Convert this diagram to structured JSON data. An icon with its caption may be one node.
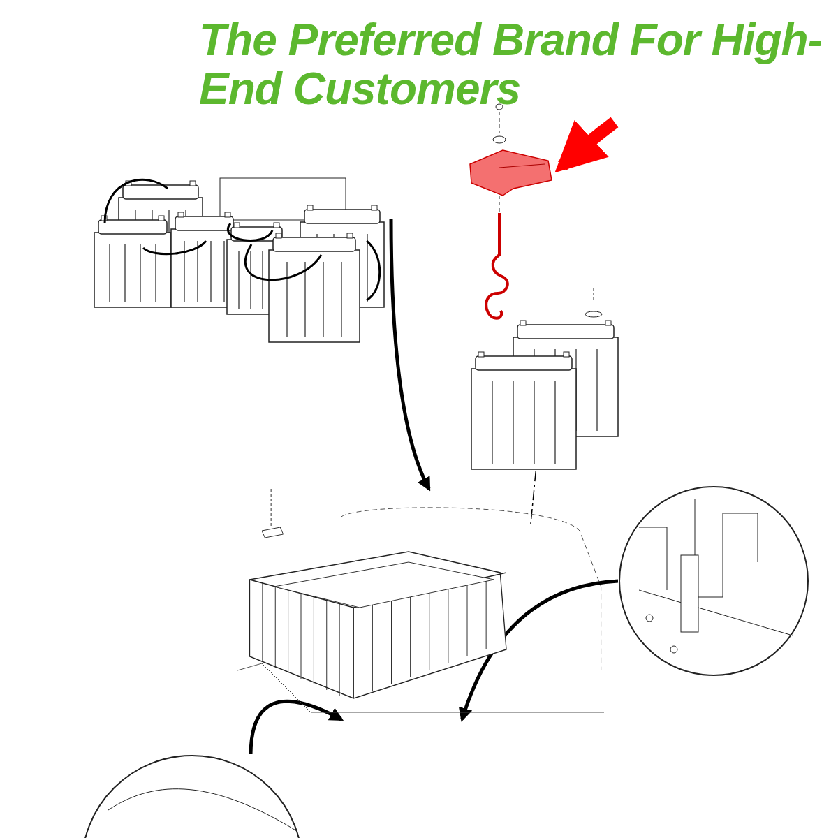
{
  "diagram": {
    "title": "The Preferred Brand For High-End Customers",
    "nodes": [
      {
        "text": [],
        "shape": "picture"
      },
      {
        "text": [],
        "shape": "picture"
      },
      {
        "text": [],
        "shape": "picture"
      },
      {
        "text": [],
        "shape": "picture"
      },
      {
        "text": [],
        "shape": "picture"
      },
      {
        "text": [],
        "shape": "picture"
      }
    ],
    "edges": [
      {
        "from": 0,
        "to": 3,
        "arrow": "to"
      },
      {
        "from": null,
        "to": 1,
        "arrow": "to",
        "style": "thick",
        "color": "#ff0000"
      },
      {
        "from": 4,
        "to": 3,
        "arrow": "to"
      },
      {
        "from": 5,
        "to": 3,
        "arrow": "to"
      },
      {
        "from": 2,
        "to": 3,
        "arrow": "none",
        "style": "dashed"
      }
    ]
  }
}
